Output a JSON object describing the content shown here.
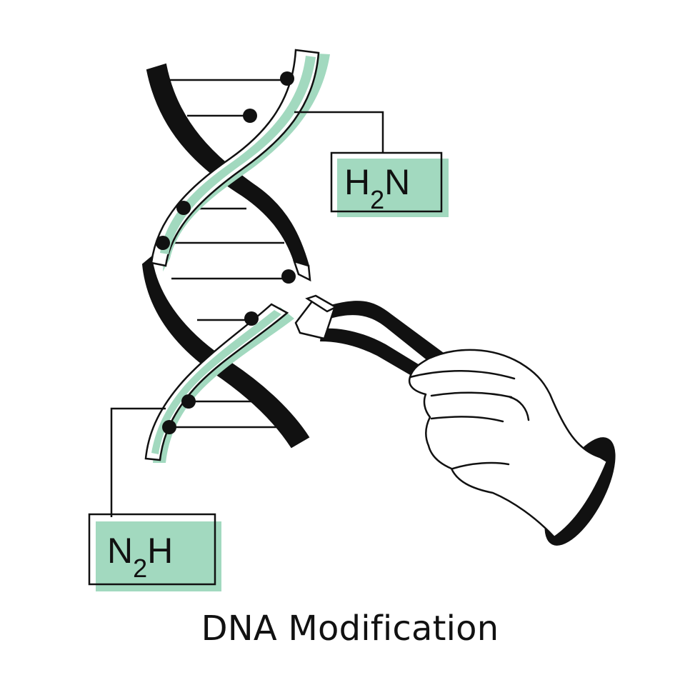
{
  "colors": {
    "accent": "#a2d9bf",
    "ink": "#111111",
    "background": "#ffffff"
  },
  "labels": {
    "top_formula": {
      "main": "H",
      "sub": "2",
      "tail": "N"
    },
    "bottom_formula": {
      "main": "N",
      "sub": "2",
      "tail": "H"
    }
  },
  "caption": "DNA Modification",
  "icons": [
    "dna-helix-icon",
    "tweezers-icon",
    "gloved-hand-icon"
  ]
}
